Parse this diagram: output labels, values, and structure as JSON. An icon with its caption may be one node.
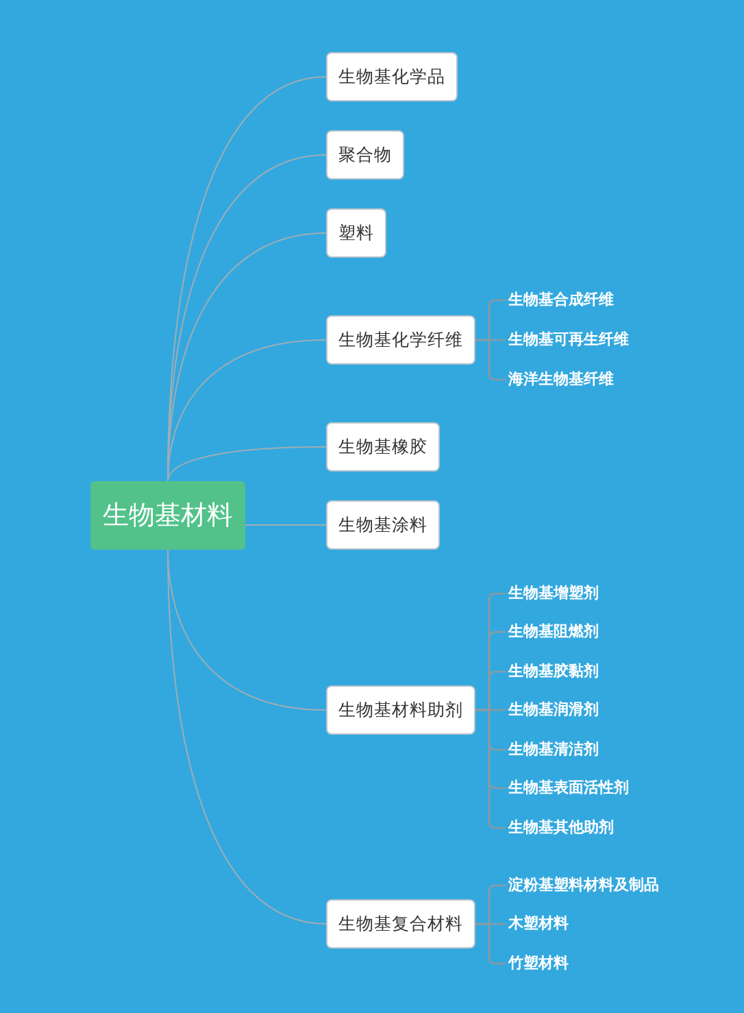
{
  "diagram": {
    "nodes": [
      {
        "text": [
          "生物基材料"
        ]
      },
      {
        "text": [
          "生物基化学品"
        ]
      },
      {
        "text": [
          "聚合物"
        ]
      },
      {
        "text": [
          "塑料"
        ]
      },
      {
        "text": [
          "生物基化学纤维"
        ]
      },
      {
        "text": [
          "生物基合成纤维"
        ]
      },
      {
        "text": [
          "生物基可再生纤维"
        ]
      },
      {
        "text": [
          "海洋生物基纤维"
        ]
      },
      {
        "text": [
          "生物基橡胶"
        ]
      },
      {
        "text": [
          "生物基涂料"
        ]
      },
      {
        "text": [
          "生物基材料助剂"
        ]
      },
      {
        "text": [
          "生物基增塑剂"
        ]
      },
      {
        "text": [
          "生物基阻燃剂"
        ]
      },
      {
        "text": [
          "生物基胶黏剂"
        ]
      },
      {
        "text": [
          "生物基润滑剂"
        ]
      },
      {
        "text": [
          "生物基清洁剂"
        ]
      },
      {
        "text": [
          "生物基表面活性剂"
        ]
      },
      {
        "text": [
          "生物基其他助剂"
        ]
      },
      {
        "text": [
          "生物基复合材料"
        ]
      },
      {
        "text": [
          "淀粉基塑料材料及制品"
        ]
      },
      {
        "text": [
          "木塑材料"
        ]
      },
      {
        "text": [
          "竹塑材料"
        ]
      }
    ],
    "edges": [
      {
        "from": 0,
        "to": 1,
        "arrow": "none"
      },
      {
        "from": 0,
        "to": 2,
        "arrow": "none"
      },
      {
        "from": 0,
        "to": 3,
        "arrow": "none"
      },
      {
        "from": 0,
        "to": 4,
        "arrow": "none"
      },
      {
        "from": 4,
        "to": 5,
        "arrow": "none"
      },
      {
        "from": 4,
        "to": 6,
        "arrow": "none"
      },
      {
        "from": 4,
        "to": 7,
        "arrow": "none"
      },
      {
        "from": 0,
        "to": 8,
        "arrow": "none"
      },
      {
        "from": 0,
        "to": 9,
        "arrow": "none"
      },
      {
        "from": 0,
        "to": 10,
        "arrow": "none"
      },
      {
        "from": 10,
        "to": 11,
        "arrow": "none"
      },
      {
        "from": 10,
        "to": 12,
        "arrow": "none"
      },
      {
        "from": 10,
        "to": 13,
        "arrow": "none"
      },
      {
        "from": 10,
        "to": 14,
        "arrow": "none"
      },
      {
        "from": 10,
        "to": 15,
        "arrow": "none"
      },
      {
        "from": 10,
        "to": 16,
        "arrow": "none"
      },
      {
        "from": 10,
        "to": 17,
        "arrow": "none"
      },
      {
        "from": 0,
        "to": 18,
        "arrow": "none"
      },
      {
        "from": 18,
        "to": 19,
        "arrow": "none"
      },
      {
        "from": 18,
        "to": 20,
        "arrow": "none"
      },
      {
        "from": 18,
        "to": 21,
        "arrow": "none"
      }
    ]
  }
}
